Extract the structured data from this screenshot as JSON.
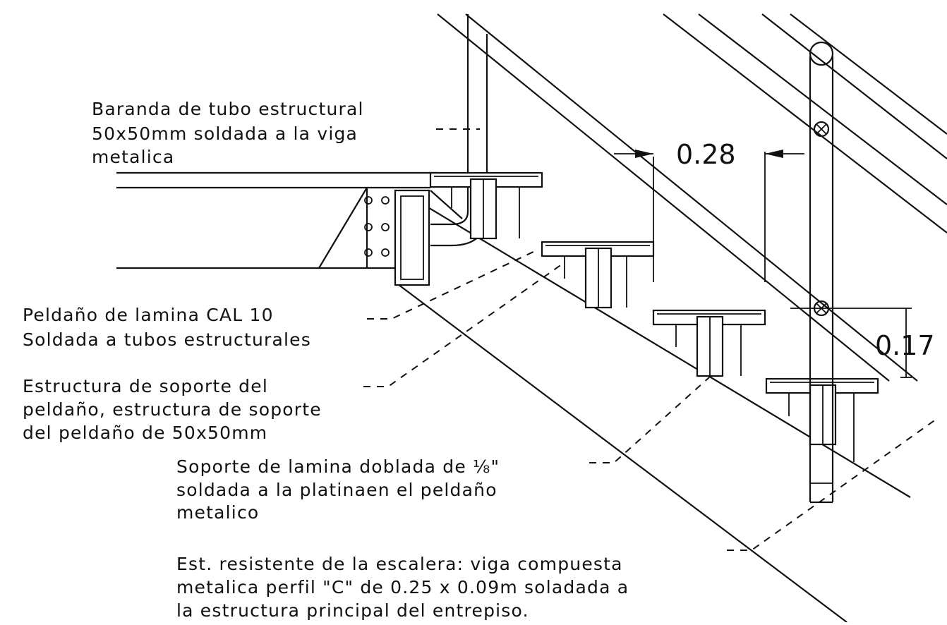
{
  "notes": {
    "baranda": [
      "Baranda de tubo estructural",
      "50x50mm soldada a la viga",
      "metalica"
    ],
    "peldano": [
      "Peldaño de lamina CAL 10",
      "Soldada a tubos estructurales"
    ],
    "estructura": [
      "Estructura de soporte del",
      "peldaño, estructura de soporte",
      "del peldaño de 50x50mm"
    ],
    "soporte": [
      "Soporte de lamina doblada de ⅛\"",
      "soldada a la platinaen el peldaño",
      "metalico"
    ],
    "est_resistente": [
      "Est. resistente de la escalera: viga compuesta",
      "metalica perfil \"C\" de 0.25 x 0.09m soladada a",
      "la estructura principal del entrepiso."
    ]
  },
  "dimensions": {
    "tread": "0.28",
    "riser": "0.17"
  }
}
